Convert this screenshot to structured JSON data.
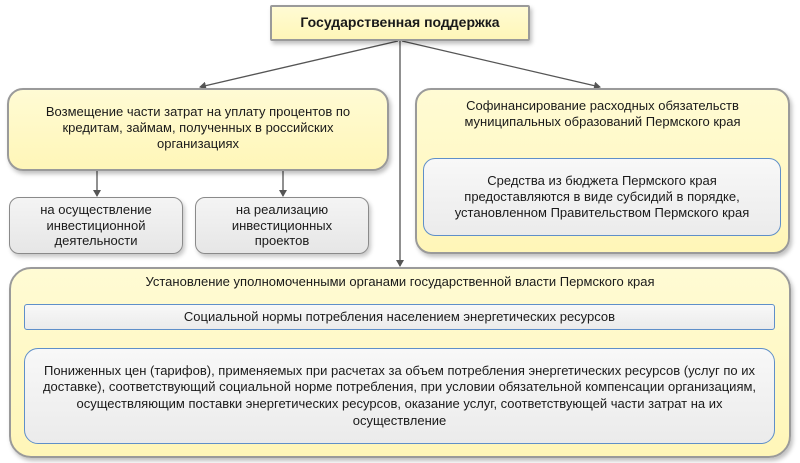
{
  "diagram": {
    "root": {
      "label": "Государственная поддержка"
    },
    "left_branch": {
      "label": "Возмещение части затрат на уплату процентов по кредитам, займам, полученных в российских организациях",
      "children": [
        {
          "label": "на осуществление инвестиционной деятельности"
        },
        {
          "label": "на реализацию инвестиционных проектов"
        }
      ]
    },
    "right_branch": {
      "label": "Софинансирование расходных обязательств муниципальных образований Пермского края",
      "inner": {
        "label": "Средства из бюджета Пермского края предоставляются в виде субсидий в порядке, установленном Правительством Пермского края"
      }
    },
    "bottom_branch": {
      "label": "Установление уполномоченными органами государственной власти Пермского края",
      "item1": {
        "label": "Социальной нормы потребления населением энергетических ресурсов"
      },
      "item2": {
        "label": "Пониженных цен (тарифов), применяемых при расчетах за объем потребления энергетических ресурсов (услуг по их доставке), соответствующий социальной норме потребления, при условии обязательной компенсации организациям, осуществляющим поставки энергетических ресурсов, оказание услуг, соответствующей части затрат на их осуществление"
      }
    },
    "colors": {
      "yellow_fill": "#fff6b8",
      "gray_fill": "#ebebeb",
      "inner_border": "#5f8fc9",
      "connector": "#555555"
    }
  }
}
